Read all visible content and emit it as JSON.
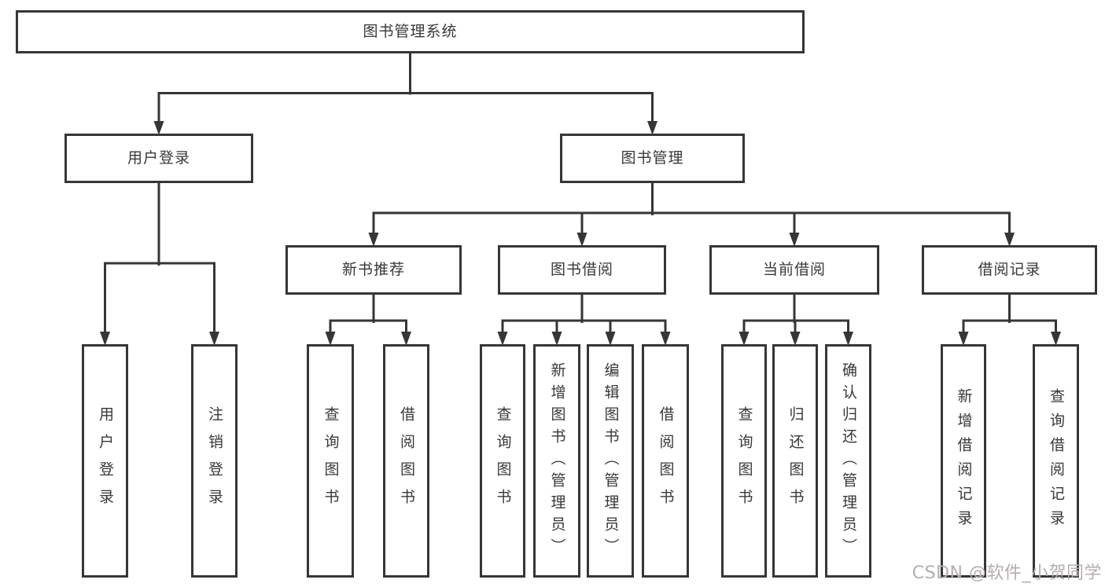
{
  "diagram": {
    "root": {
      "label": "图书管理系统"
    },
    "level2": [
      {
        "label": "用户登录"
      },
      {
        "label": "图书管理"
      }
    ],
    "level3": [
      {
        "label": "新书推荐"
      },
      {
        "label": "图书借阅"
      },
      {
        "label": "当前借阅"
      },
      {
        "label": "借阅记录"
      }
    ],
    "leaves": [
      {
        "label": "用户登录"
      },
      {
        "label": "注销登录"
      },
      {
        "label": "查询图书"
      },
      {
        "label": "借阅图书"
      },
      {
        "label": "查询图书"
      },
      {
        "label": "新增图书（管理员）"
      },
      {
        "label": "编辑图书（管理员）"
      },
      {
        "label": "借阅图书"
      },
      {
        "label": "查询图书"
      },
      {
        "label": "归还图书"
      },
      {
        "label": "确认归还（管理员）"
      },
      {
        "label": "新增借阅记录"
      },
      {
        "label": "查询借阅记录"
      }
    ]
  },
  "watermark": {
    "text": "CSDN @软件_小贺同学"
  },
  "colors": {
    "line": "#363636",
    "box_border": "#363636",
    "box_background": "#ffffff",
    "text": "#383838",
    "watermark_text": "#b4aeb0",
    "page_background": "#ffffff"
  }
}
